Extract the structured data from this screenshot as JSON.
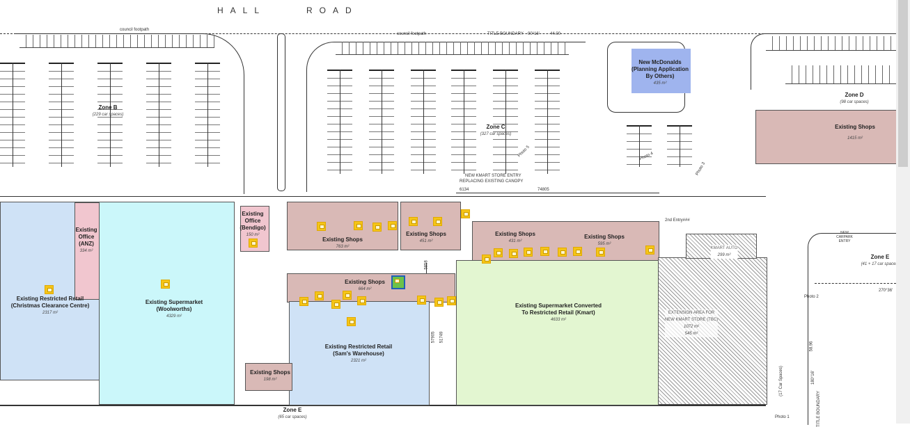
{
  "road": {
    "left": "HALL",
    "right": "ROAD"
  },
  "annotations": {
    "council_footpath_left": "council footpath",
    "council_footpath_right": "council footpath",
    "title_boundary": "TITLE BOUNDARY",
    "bearing_top": "90°16'",
    "distance_top": "44.00",
    "kmart_entry_1": "NEW KMART STORE ENTRY",
    "kmart_entry_2": "REPLACING EXISTING CANOPY",
    "dim_small": "6134",
    "dim_long": "74805",
    "second_entry": "2nd Entry###",
    "new_carpark_entry": "NEW CARPARK ENTRY",
    "bearing_right": "270°36'",
    "bearing_side": "180°16'",
    "distance_side": "58.96",
    "title_boundary_side": "TITLE BOUNDARY",
    "photo_2": "Photo 2",
    "photo_3": "Photo 3",
    "photo_4": "Photo 4",
    "photo_5": "Photo 5",
    "photo_1": "Photo 1",
    "car_spaces_side": "(17 Car Spaces)",
    "dim_v1": "57905",
    "dim_v2": "51749",
    "dim_v3": "5858"
  },
  "zones": {
    "b": {
      "name": "Zone B",
      "spaces": "(229 car spaces)"
    },
    "c": {
      "name": "Zone C",
      "spaces": "(327 car spaces)"
    },
    "d": {
      "name": "Zone D",
      "spaces": "(98 car spaces)"
    },
    "e_bottom": {
      "name": "Zone E",
      "spaces": "(65 car spaces)"
    },
    "e_right": {
      "name": "Zone E",
      "spaces": "(41 + 17 car spaces)"
    }
  },
  "tenancies": {
    "mcdonalds": {
      "l1": "New McDonalds",
      "l2": "(Planning Application",
      "l3": "By Others)",
      "area": "435 m²"
    },
    "shops_d": {
      "name": "Existing Shops",
      "area": "1415 m²"
    },
    "christmas": {
      "l1": "Existing Restricted Retail",
      "l2": "(Christmas Clearance Centre)",
      "area": "2317 m²"
    },
    "anz": {
      "l1": "Existing",
      "l2": "Office",
      "l3": "(ANZ)",
      "area": "334 m²"
    },
    "woolworths": {
      "l1": "Existing Supermarket",
      "l2": "(Woolworths)",
      "area": "4329 m²"
    },
    "bendigo": {
      "l1": "Existing",
      "l2": "Office",
      "l3": "(Bendigo)",
      "area": "150 m²"
    },
    "shops_763": {
      "name": "Existing Shops",
      "area": "763 m²"
    },
    "shops_451": {
      "name": "Existing Shops",
      "area": "451 m²"
    },
    "shops_664": {
      "name": "Existing Shops",
      "area": "664 m²"
    },
    "sams": {
      "l1": "Existing Restricted Retail",
      "l2": "(Sam's Warehouse)",
      "area": "2321 m²"
    },
    "shops_198": {
      "name": "Existing Shops",
      "area": "198 m²"
    },
    "shops_431": {
      "name": "Existing Shops",
      "area": "431 m²"
    },
    "shops_595": {
      "name": "Existing Shops",
      "area": "595 m²"
    },
    "kmart": {
      "l1": "Existing Supermarket Converted",
      "l2": "To Restricted Retail (Kmart)",
      "area": "4633 m²"
    },
    "kmart_auto": {
      "name": "KMART AUTO",
      "area": "299 m²"
    },
    "extension": {
      "l1": "EXTENSION AREA FOR",
      "l2": "NEW KMART STORE (TBC)",
      "area1": "1072 m²",
      "area2": "545 m²"
    }
  },
  "colors": {
    "restricted_retail": "#cfe2f6",
    "office": "#f1c6cf",
    "supermarket": "#cbf7fa",
    "shops": "#d9b9b6",
    "kmart": "#e3f6d1",
    "mcdonalds": "#9fb4ee",
    "comment": "#f5c518",
    "comment_selected": "#6cc24a"
  }
}
